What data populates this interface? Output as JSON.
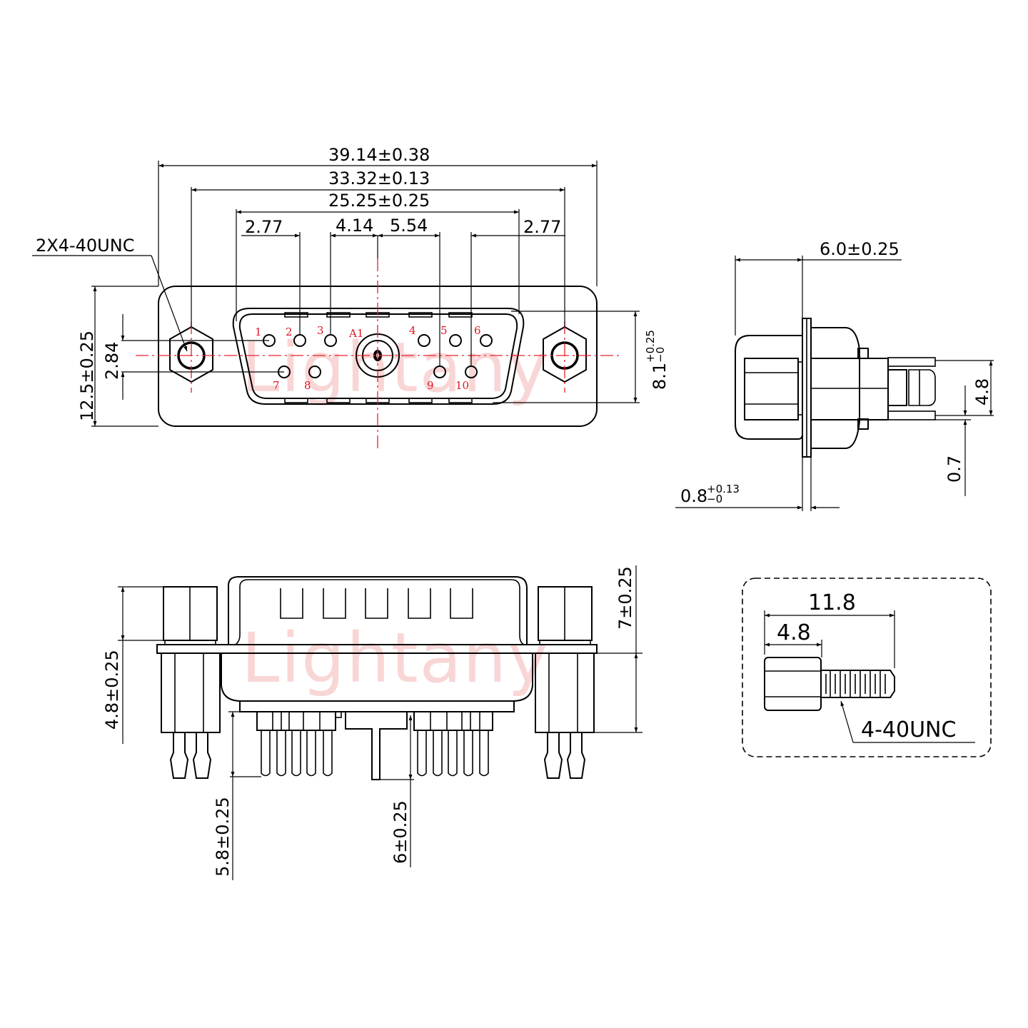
{
  "watermark": "Lightany",
  "front_view": {
    "dims": {
      "overall_width": "39.14±0.38",
      "mount_hole_spacing": "33.32±0.13",
      "shell_width": "25.25±0.25",
      "pitch_left": "2.77",
      "pitch_mid_left": "4.14",
      "pitch_mid_right": "5.54",
      "pitch_right": "2.77",
      "height": "12.5±0.25",
      "row_spacing": "2.84",
      "shell_height_main": "8.1",
      "shell_height_tol_plus": "+0.25",
      "shell_height_tol_minus": "−0"
    },
    "callout": "2X4-40UNC",
    "pins": {
      "top_row": [
        "1",
        "2",
        "3",
        "4",
        "5",
        "6"
      ],
      "bottom_row": [
        "7",
        "8",
        "9",
        "10"
      ],
      "coax": "A1"
    }
  },
  "side_view": {
    "depth": "6.0±0.25",
    "flange_thickness_main": "0.8",
    "flange_tol_plus": "+0.13",
    "flange_tol_minus": "−0",
    "pin_pitch": "4.8",
    "pin_offset": "0.7"
  },
  "bottom_view": {
    "overall_height": "7±0.25",
    "standoff_height": "4.8±0.25",
    "pin_length": "5.8±0.25",
    "coax_pin_length": "6±0.25"
  },
  "screw_detail": {
    "overall_length": "11.8",
    "hex_length": "4.8",
    "thread": "4-40UNC"
  }
}
